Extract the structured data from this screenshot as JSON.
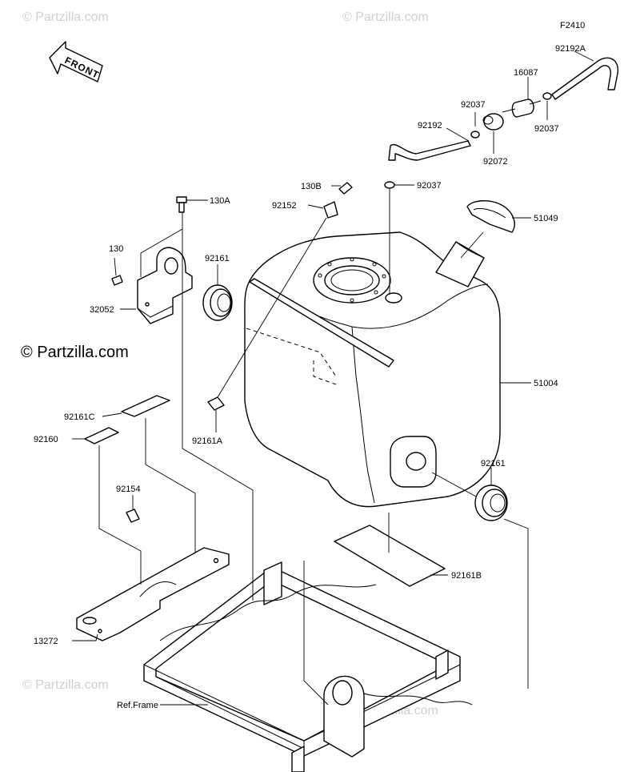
{
  "figure_code": "F2410",
  "front_label": "FRONT",
  "watermark_main": "© Partzilla.com",
  "watermark_faint": "© Partzilla.com",
  "parts": {
    "p130A": "130A",
    "p130": "130",
    "p32052": "32052",
    "p92161_top": "92161",
    "p130B": "130B",
    "p92152": "92152",
    "p92037_mid": "92037",
    "p51049": "51049",
    "p92192": "92192",
    "p92037_left": "92037",
    "p92072": "92072",
    "p16087": "16087",
    "p92192A": "92192A",
    "p92037_right": "92037",
    "p51004": "51004",
    "p92161A": "92161A",
    "p92161C": "92161C",
    "p92160": "92160",
    "p92154": "92154",
    "p92161_right": "92161",
    "p92161B": "92161B",
    "p13272": "13272",
    "ref_frame": "Ref.Frame"
  }
}
